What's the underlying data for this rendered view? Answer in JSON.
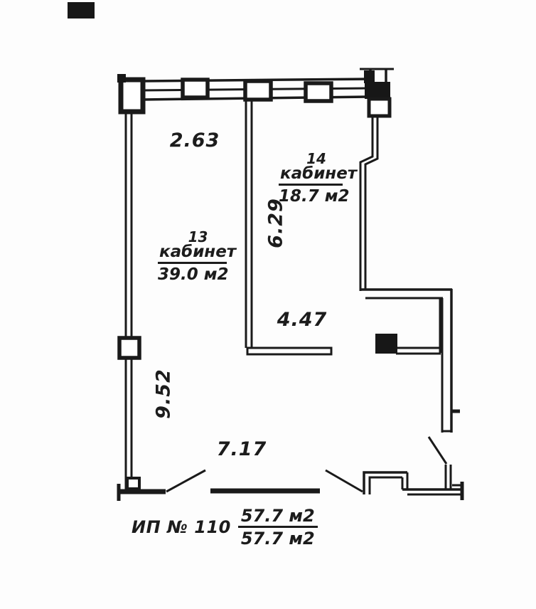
{
  "plan": {
    "rooms": {
      "r13": {
        "number": "13",
        "name": "кабинет",
        "area": "39.0 м2"
      },
      "r14": {
        "number": "14",
        "name": "кабинет",
        "area": "18.7 м2"
      }
    },
    "dimensions": {
      "top_width": "2.63",
      "room14_height": "6.29",
      "opening_width": "4.47",
      "left_height": "9.52",
      "bottom_width": "7.17"
    },
    "footer": {
      "unit": "ИП № 110",
      "area_total": "57.7 м2",
      "area_living": "57.7 м2"
    },
    "colors": {
      "ink": "#1a1a1a",
      "paper": "#fdfdfd"
    }
  }
}
